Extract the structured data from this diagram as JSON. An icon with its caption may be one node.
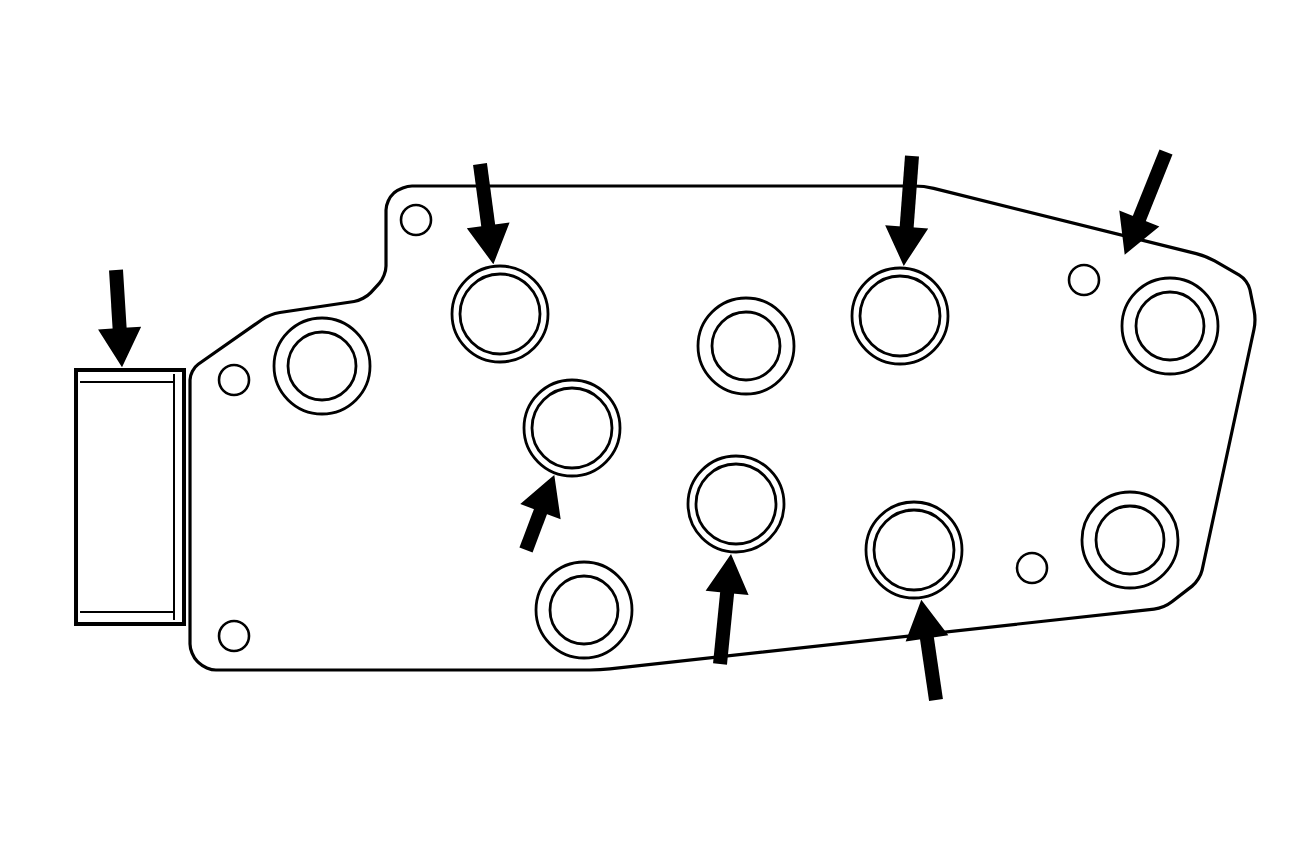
{
  "diagram": {
    "nodes": [
      {
        "text": [],
        "shape": "box"
      },
      {
        "text": [],
        "shape": "box"
      },
      {
        "text": [],
        "shape": "circle",
        "in": 0
      },
      {
        "text": [],
        "shape": "circle",
        "in": 0
      },
      {
        "text": [],
        "shape": "circle",
        "in": 0
      },
      {
        "text": [],
        "shape": "circle",
        "in": 0
      },
      {
        "text": [],
        "shape": "circle",
        "in": 0
      },
      {
        "text": [],
        "shape": "circle",
        "in": 0
      },
      {
        "text": [],
        "shape": "circle",
        "in": 0
      },
      {
        "text": [],
        "shape": "circle",
        "in": 0
      },
      {
        "text": [],
        "shape": "circle",
        "in": 0
      },
      {
        "text": [],
        "shape": "circle",
        "in": 0
      }
    ],
    "edges": [
      {
        "from": null,
        "to": 1,
        "arrow": "to"
      },
      {
        "from": null,
        "to": 3,
        "arrow": "to"
      },
      {
        "from": null,
        "to": 4,
        "arrow": "to"
      },
      {
        "from": null,
        "to": 6,
        "arrow": "to"
      },
      {
        "from": null,
        "to": 8,
        "arrow": "to"
      },
      {
        "from": null,
        "to": 9,
        "arrow": "to"
      },
      {
        "from": null,
        "to": 0,
        "arrow": "to"
      }
    ]
  }
}
